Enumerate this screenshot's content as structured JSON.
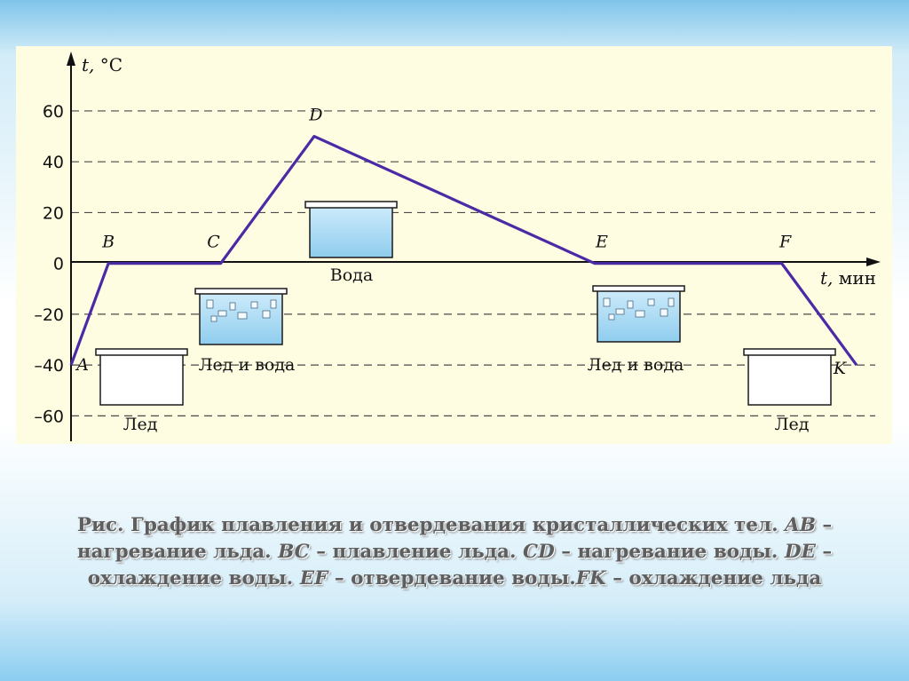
{
  "chart_data": {
    "type": "line",
    "ylabel_var": "t,",
    "ylabel_unit": " °C",
    "xlabel_var": "t,",
    "xlabel_unit": " мин",
    "yticks": [
      "60",
      "40",
      "20",
      "0",
      "–20",
      "–40",
      "–60"
    ],
    "ytick_values": [
      60,
      40,
      20,
      0,
      -20,
      -40,
      -60
    ],
    "ylim": [
      -70,
      82
    ],
    "xlim": [
      0,
      43
    ],
    "grid": "dashed horizontal",
    "series": [
      {
        "color": "#4b2aa6",
        "points": [
          {
            "label": "A",
            "x": 0,
            "y": -40
          },
          {
            "label": "B",
            "x": 2,
            "y": 0
          },
          {
            "label": "C",
            "x": 8,
            "y": 0
          },
          {
            "label": "D",
            "x": 13,
            "y": 50
          },
          {
            "label": "E",
            "x": 28,
            "y": 0
          },
          {
            "label": "F",
            "x": 38,
            "y": 0
          },
          {
            "label": "K",
            "x": 42,
            "y": -40
          }
        ]
      }
    ],
    "annotations": {
      "ice_left": "Лед",
      "ice_water_left": "Лед и вода",
      "water": "Вода",
      "ice_water_right": "Лед и вода",
      "ice_right": "Лед"
    }
  },
  "caption": {
    "p1": "Рис. График плавления и отвердевания кристаллических тел. ",
    "ab": "AB",
    "p2": " – нагревание льда. ",
    "bc": "BC",
    "p3": " – плавление льда. ",
    "cd": "CD",
    "p4": " – нагревание воды. ",
    "de": "DE",
    "p5": " – охлаждение воды. ",
    "ef": "EF",
    "p6": " – отвердевание воды.",
    "fk": "FK",
    "p7": " – охлаждение льда"
  }
}
